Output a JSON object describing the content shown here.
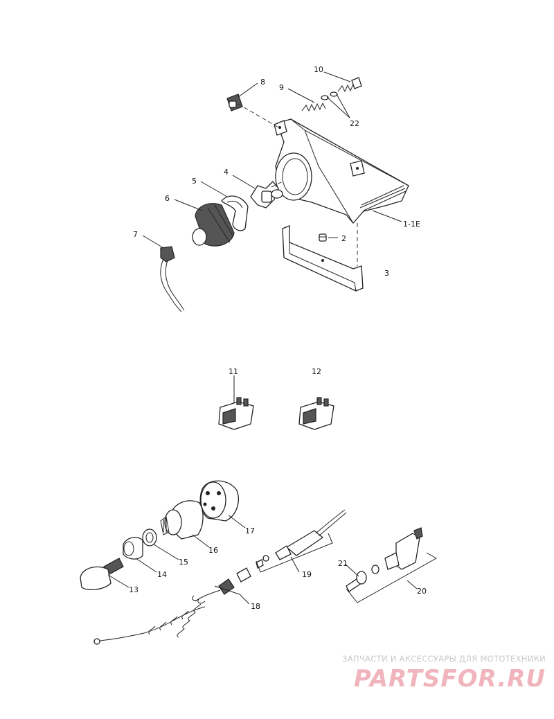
{
  "callouts": {
    "c1": "1-1E",
    "c2": "2",
    "c3": "3",
    "c4": "4",
    "c5": "5",
    "c6": "6",
    "c7": "7",
    "c8": "8",
    "c9": "9",
    "c10": "10",
    "c11": "11",
    "c12": "12",
    "c13": "13",
    "c14": "14",
    "c15": "15",
    "c16": "16",
    "c17": "17",
    "c18": "18",
    "c19": "19",
    "c20": "20",
    "c21": "21",
    "c22": "22"
  },
  "watermark": {
    "tagline": "ЗАПЧАСТИ И АКСЕССУАРЫ ДЛЯ МОТОТЕХНИКИ",
    "logo": "PARTSFOR.RU"
  },
  "colors": {
    "line": "#222222",
    "watermark_logo": "#f0b4bd",
    "watermark_text": "#c9c9c9"
  }
}
